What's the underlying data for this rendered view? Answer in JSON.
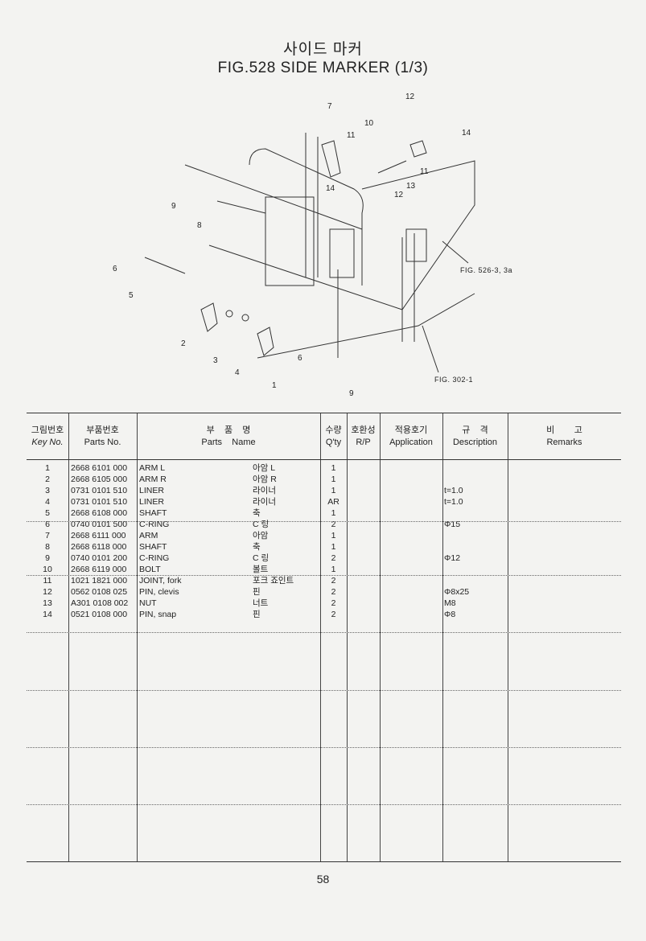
{
  "title_ko": "사이드 마커",
  "title_en": "FIG.528  SIDE MARKER (1/3)",
  "diagram": {
    "callouts": [
      "1",
      "2",
      "3",
      "4",
      "5",
      "6",
      "6",
      "7",
      "8",
      "9",
      "9",
      "10",
      "11",
      "11",
      "12",
      "12",
      "13",
      "14",
      "14"
    ],
    "refs": [
      "FIG. 526-3, 3a",
      "FIG. 302-1"
    ]
  },
  "table": {
    "headers": [
      {
        "ko": "그림번호",
        "en": "Key No."
      },
      {
        "ko": "부품번호",
        "en": "Parts No."
      },
      {
        "ko": "부    품    명",
        "en": "Parts    Name"
      },
      {
        "ko": "수량",
        "en": "Q'ty"
      },
      {
        "ko": "호환성",
        "en": "R/P"
      },
      {
        "ko": "적용호기",
        "en": "Application"
      },
      {
        "ko": "규    격",
        "en": "Description"
      },
      {
        "ko": "비        고",
        "en": "Remarks"
      }
    ],
    "rows": [
      {
        "key": "1",
        "part": "2668 6101 000",
        "name": "ARM L",
        "name_ko": "아암 L",
        "qty": "1",
        "desc": ""
      },
      {
        "key": "2",
        "part": "2668 6105 000",
        "name": "ARM R",
        "name_ko": "아암 R",
        "qty": "1",
        "desc": ""
      },
      {
        "key": "3",
        "part": "0731 0101 510",
        "name": "LINER",
        "name_ko": "라이너",
        "qty": "1",
        "desc": "t=1.0"
      },
      {
        "key": "4",
        "part": "0731 0101 510",
        "name": "LINER",
        "name_ko": "라이너",
        "qty": "AR",
        "desc": "t=1.0"
      },
      {
        "key": "5",
        "part": "2668 6108 000",
        "name": "SHAFT",
        "name_ko": "축",
        "qty": "1",
        "desc": ""
      },
      {
        "key": "6",
        "part": "0740 0101 500",
        "name": "C-RING",
        "name_ko": "C 링",
        "qty": "2",
        "desc": "Φ15"
      },
      {
        "key": "7",
        "part": "2668 6111 000",
        "name": "ARM",
        "name_ko": "아암",
        "qty": "1",
        "desc": ""
      },
      {
        "key": "8",
        "part": "2668 6118 000",
        "name": "SHAFT",
        "name_ko": "축",
        "qty": "1",
        "desc": ""
      },
      {
        "key": "9",
        "part": "0740 0101 200",
        "name": "C-RING",
        "name_ko": "C 링",
        "qty": "2",
        "desc": "Φ12"
      },
      {
        "key": "10",
        "part": "2668 6119 000",
        "name": "BOLT",
        "name_ko": "볼트",
        "qty": "1",
        "desc": ""
      },
      {
        "key": "11",
        "part": "1021 1821 000",
        "name": "JOINT, fork",
        "name_ko": "포크 죠인트",
        "qty": "2",
        "desc": ""
      },
      {
        "key": "12",
        "part": "0562 0108 025",
        "name": "PIN, clevis",
        "name_ko": "핀",
        "qty": "2",
        "desc": "Φ8x25"
      },
      {
        "key": "13",
        "part": "A301 0108 002",
        "name": "NUT",
        "name_ko": "너트",
        "qty": "2",
        "desc": "M8"
      },
      {
        "key": "14",
        "part": "0521 0108 000",
        "name": "PIN, snap",
        "name_ko": "핀",
        "qty": "2",
        "desc": "Φ8"
      }
    ]
  },
  "page_number": "58"
}
